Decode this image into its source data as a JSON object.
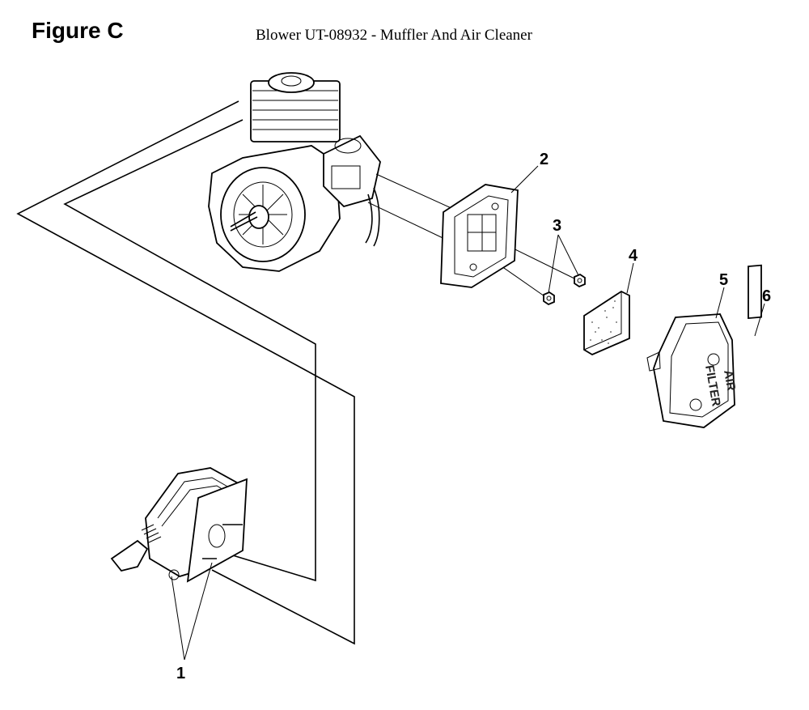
{
  "figure_label": "Figure C",
  "title": "Blower UT-08932 - Muffler And Air Cleaner",
  "callouts": {
    "c1": "1",
    "c2": "2",
    "c3": "3",
    "c4": "4",
    "c5": "5",
    "c6": "6"
  },
  "cover_stamp": {
    "line1": "AIR",
    "line2": "FILTER"
  }
}
